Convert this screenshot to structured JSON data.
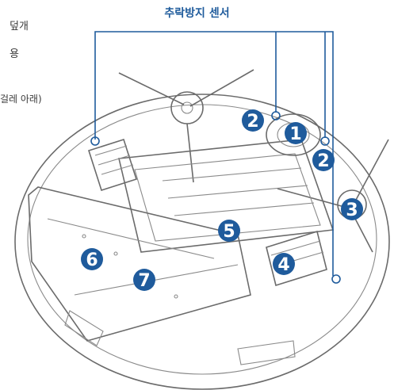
{
  "title": "추락방지 센서",
  "side_texts": [
    "덮개",
    "용",
    "걸레 아래)"
  ],
  "badges": [
    "1",
    "2",
    "2",
    "3",
    "4",
    "5",
    "6",
    "7"
  ],
  "colors": {
    "accent": "#1f5b9c",
    "line": "#6b6b6b"
  }
}
